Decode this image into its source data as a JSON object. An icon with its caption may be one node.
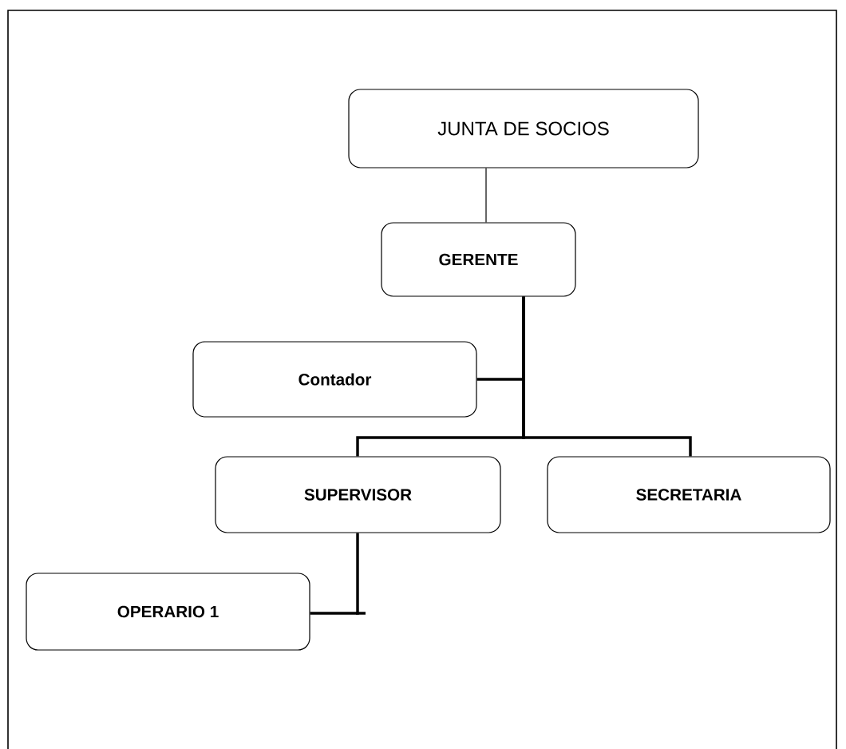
{
  "diagram": {
    "nodes": [
      {
        "text": [
          "JUNTA DE SOCIOS"
        ]
      },
      {
        "text": [
          "GERENTE"
        ]
      },
      {
        "text": [
          "Contador"
        ]
      },
      {
        "text": [
          "SUPERVISOR"
        ]
      },
      {
        "text": [
          "SECRETARIA"
        ]
      },
      {
        "text": [
          "OPERARIO 1"
        ]
      }
    ],
    "edges": [
      {
        "from": 0,
        "to": 1,
        "arrow": "none"
      },
      {
        "from": 1,
        "to": 2,
        "arrow": "none"
      },
      {
        "from": 1,
        "to": 3,
        "arrow": "none"
      },
      {
        "from": 1,
        "to": 4,
        "arrow": "none"
      },
      {
        "from": 3,
        "to": 5,
        "arrow": "none"
      }
    ]
  }
}
